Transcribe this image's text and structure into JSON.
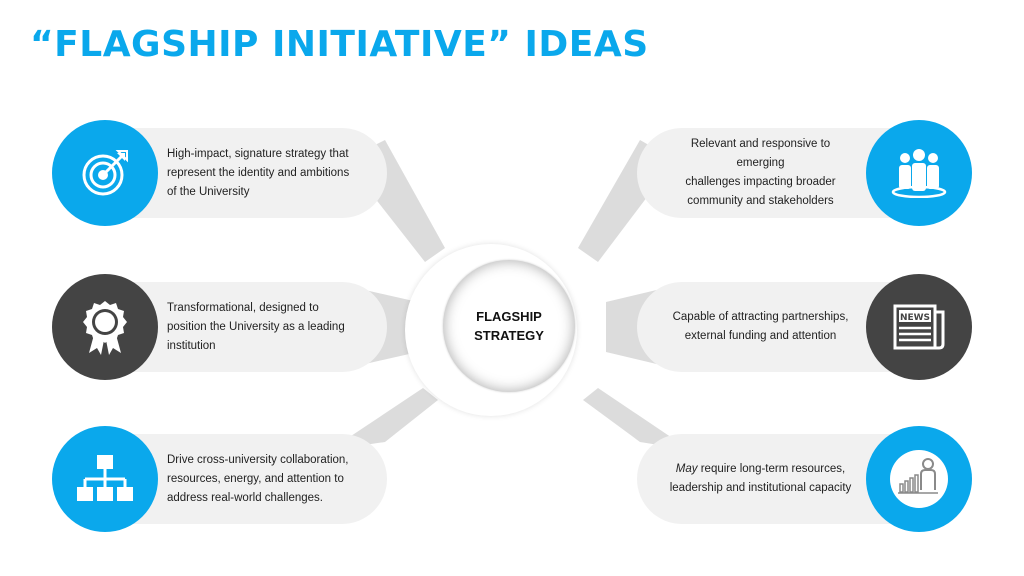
{
  "title": "“FLAGSHIP INITIATIVE” IDEAS",
  "hub": {
    "line1": "FLAGSHIP",
    "line2": "STRATEGY"
  },
  "colors": {
    "accent": "#0aa8ec",
    "dark": "#444444",
    "pill": "#f1f1f1",
    "ray": "#dcdcdc"
  },
  "left_items": [
    {
      "icon": "target-icon",
      "lines": [
        "High-impact, signature strategy that",
        "represent the identity and ambitions",
        "of the University"
      ]
    },
    {
      "icon": "award-ribbon-icon",
      "lines": [
        "Transformational, designed to",
        "position the University as a leading",
        "institution"
      ]
    },
    {
      "icon": "hierarchy-icon",
      "lines": [
        "Drive cross-university collaboration,",
        "resources, energy, and attention to",
        "address real-world challenges."
      ]
    }
  ],
  "right_items": [
    {
      "icon": "community-icon",
      "lines": [
        "Relevant and responsive to emerging",
        "challenges impacting broader",
        "community and stakeholders"
      ]
    },
    {
      "icon": "newspaper-icon",
      "lines": [
        "Capable of attracting partnerships,",
        "external funding and attention"
      ]
    },
    {
      "icon": "growth-person-icon",
      "emphasis": "May",
      "rest": " require long-term resources,",
      "line2": "leadership and institutional capacity"
    }
  ]
}
